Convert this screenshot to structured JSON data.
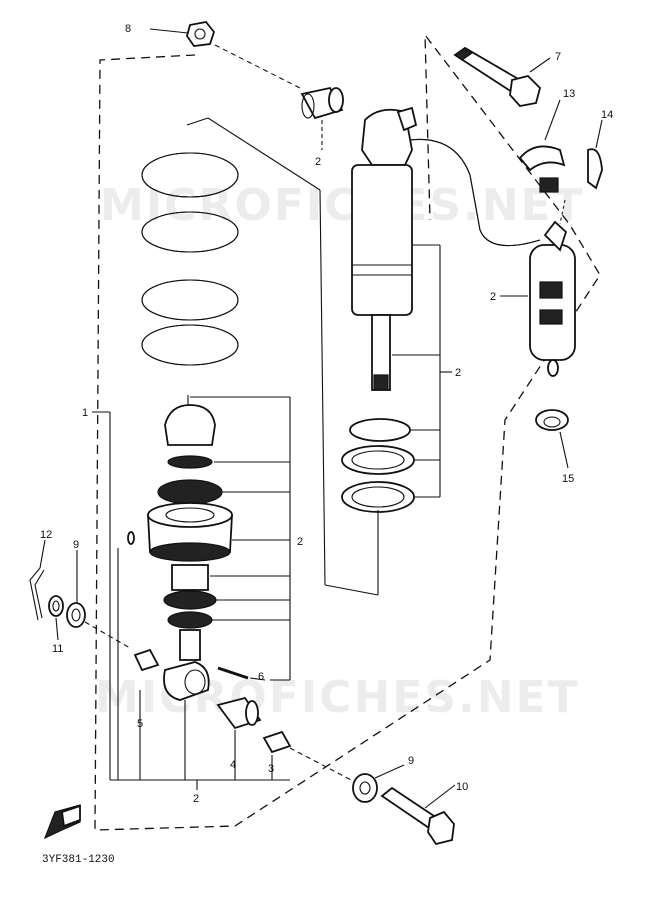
{
  "watermark": "MICROFICHES.NET",
  "diagram_code": "3YF381-1230",
  "callouts": {
    "c1": "1",
    "c2_top": "2",
    "c2_reservoir": "2",
    "c2_shaft": "2",
    "c2_body": "2",
    "c2_bottom": "2",
    "c3": "3",
    "c4": "4",
    "c5": "5",
    "c6": "6",
    "c7": "7",
    "c8": "8",
    "c9_left": "9",
    "c9_right": "9",
    "c10": "10",
    "c11": "11",
    "c12": "12",
    "c13": "13",
    "c14": "14",
    "c15": "15"
  }
}
